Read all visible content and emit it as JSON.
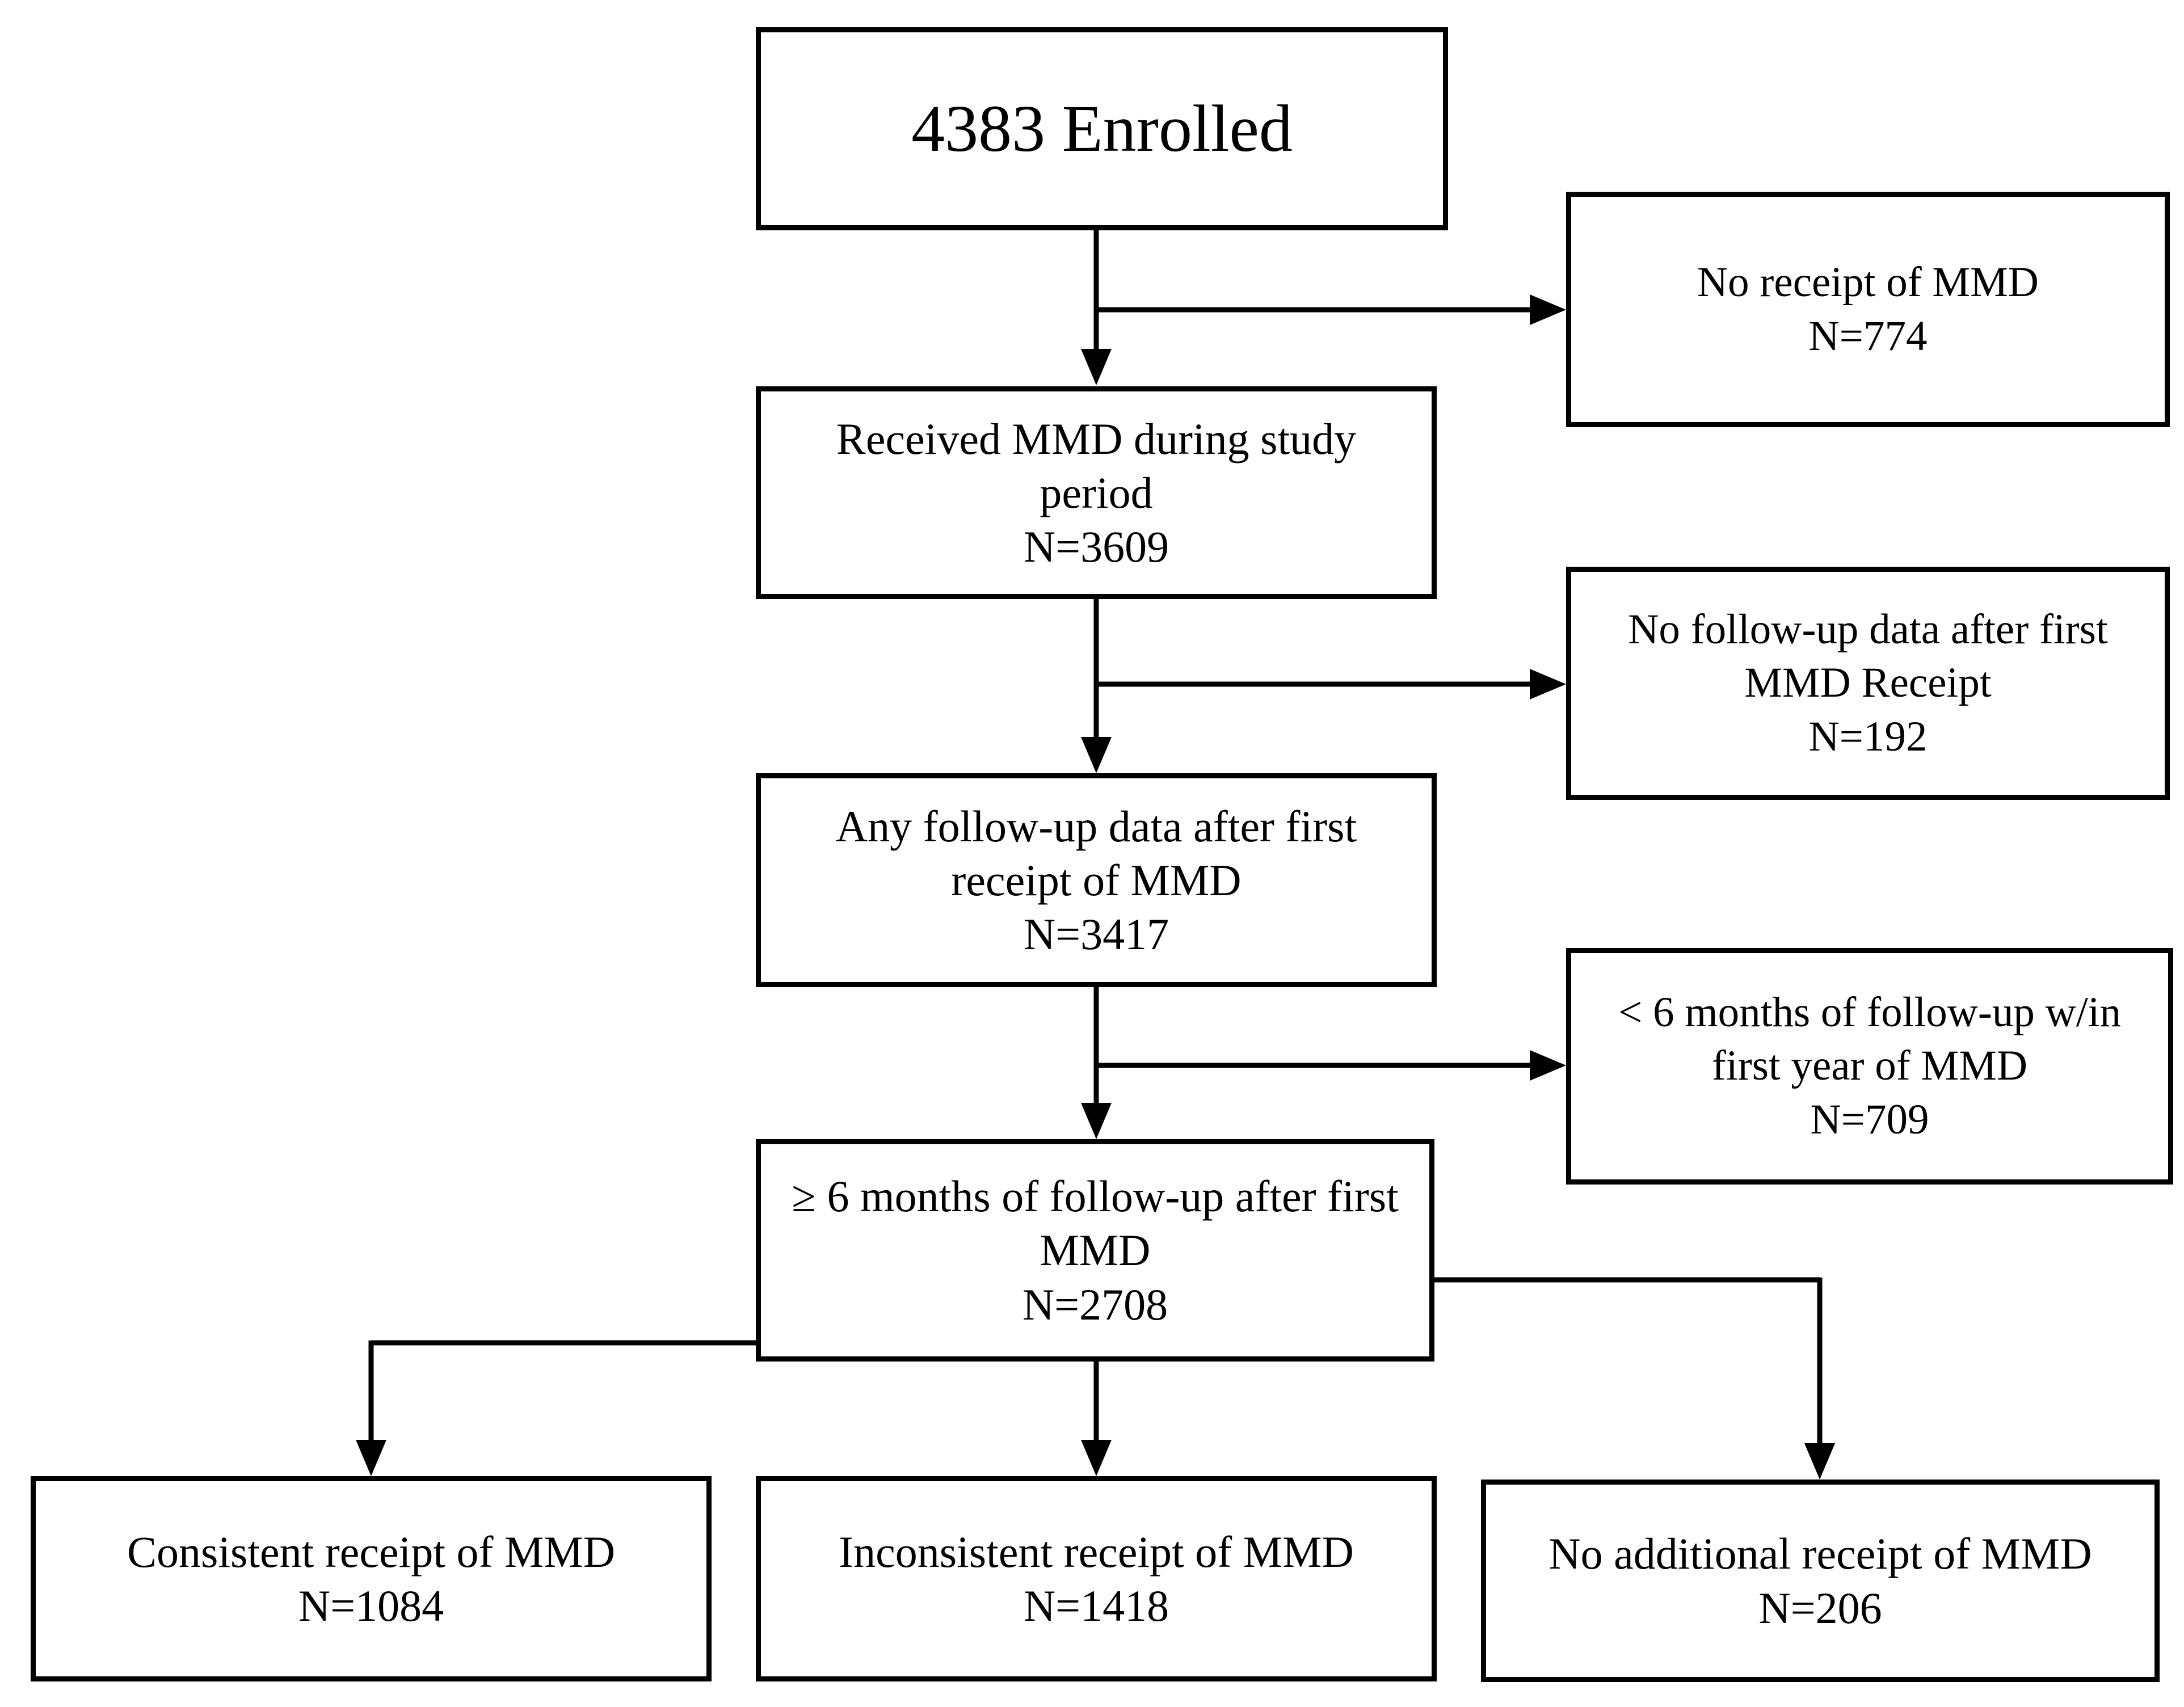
{
  "flowchart": {
    "colors": {
      "background": "#ffffff",
      "box_border": "#000000",
      "text": "#000000",
      "connector": "#000000"
    },
    "enrolled_box": {
      "label": "4383 Enrolled"
    },
    "main_boxes": [
      {
        "label": "Received MMD during study period",
        "lines": [
          "Received MMD during study",
          "period"
        ],
        "n": "N=3609"
      },
      {
        "label": "Any follow-up data after first receipt of MMD",
        "lines": [
          "Any follow-up data after first",
          "receipt of MMD"
        ],
        "n": "N=3417"
      },
      {
        "label": "≥ 6 months of follow-up after first MMD",
        "lines": [
          "≥ 6 months of follow-up after first",
          "MMD"
        ],
        "n": "N=2708"
      }
    ],
    "exclusion_boxes": [
      {
        "label": "No receipt of MMD",
        "lines": [
          "No receipt of MMD"
        ],
        "n": "N=774"
      },
      {
        "label": "No follow-up data after first MMD Receipt",
        "lines": [
          "No follow-up data after first",
          "MMD Receipt"
        ],
        "n": "N=192"
      },
      {
        "label": "< 6 months of follow-up w/in first year of MMD",
        "lines": [
          "< 6 months of follow-up w/in",
          "first year of MMD"
        ],
        "n": "N=709"
      }
    ],
    "outcome_boxes": [
      {
        "label": "Consistent receipt of MMD",
        "n": "N=1084"
      },
      {
        "label": "Inconsistent receipt of MMD",
        "n": "N=1418"
      },
      {
        "label": "No additional receipt of MMD",
        "n": "N=206"
      }
    ]
  }
}
